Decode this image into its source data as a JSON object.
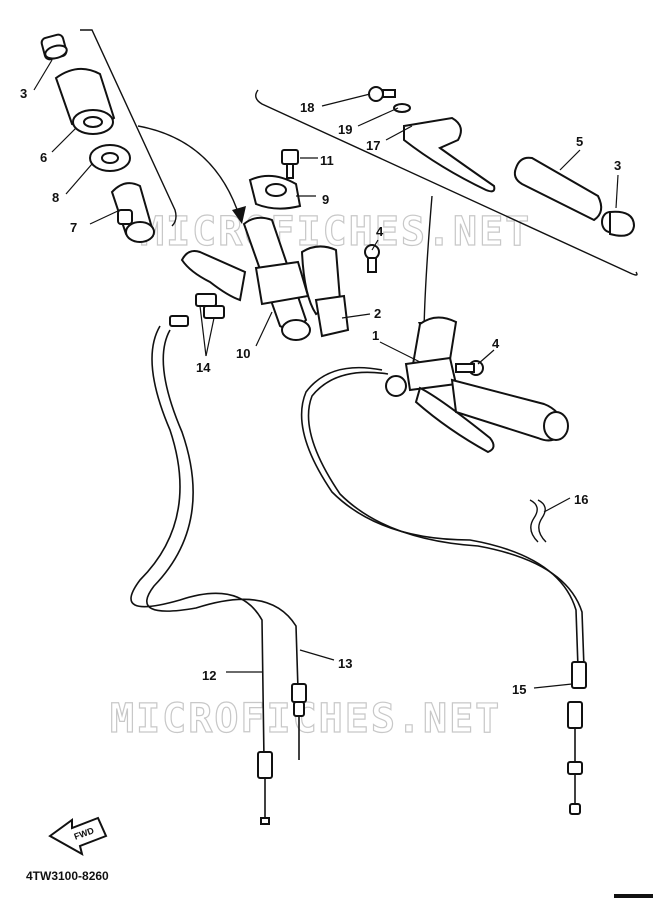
{
  "callouts": {
    "c1": "1",
    "c2": "2",
    "c3a": "3",
    "c3b": "3",
    "c4a": "4",
    "c4b": "4",
    "c5": "5",
    "c6": "6",
    "c7": "7",
    "c8": "8",
    "c9": "9",
    "c10": "10",
    "c11": "11",
    "c12": "12",
    "c13": "13",
    "c14": "14",
    "c15": "15",
    "c16": "16",
    "c17": "17",
    "c18": "18",
    "c19": "19"
  },
  "watermark_text": "MICROFICHES.NET",
  "diagram_code": "4TW3100-8260",
  "fwd_label": "FWD"
}
